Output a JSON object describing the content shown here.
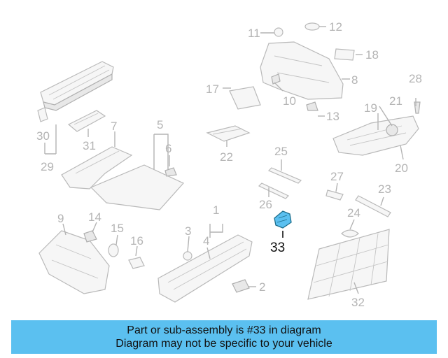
{
  "banner": {
    "line1": "Part or sub-assembly is #33 in diagram",
    "line2": "Diagram may not be specific to your vehicle"
  },
  "highlight_color": "#5bc0f0",
  "selected_callout": "33",
  "callouts": {
    "c1": "1",
    "c2": "2",
    "c3": "3",
    "c4": "4",
    "c5": "5",
    "c6": "6",
    "c7": "7",
    "c8": "8",
    "c9": "9",
    "c10": "10",
    "c11": "11",
    "c12": "12",
    "c13": "13",
    "c14": "14",
    "c15": "15",
    "c16": "16",
    "c17": "17",
    "c18": "18",
    "c19": "19",
    "c20": "20",
    "c21": "21",
    "c22": "22",
    "c23": "23",
    "c24": "24",
    "c25": "25",
    "c26": "26",
    "c27": "27",
    "c28": "28",
    "c29": "29",
    "c30": "30",
    "c31": "31",
    "c32": "32",
    "c33": "33"
  }
}
